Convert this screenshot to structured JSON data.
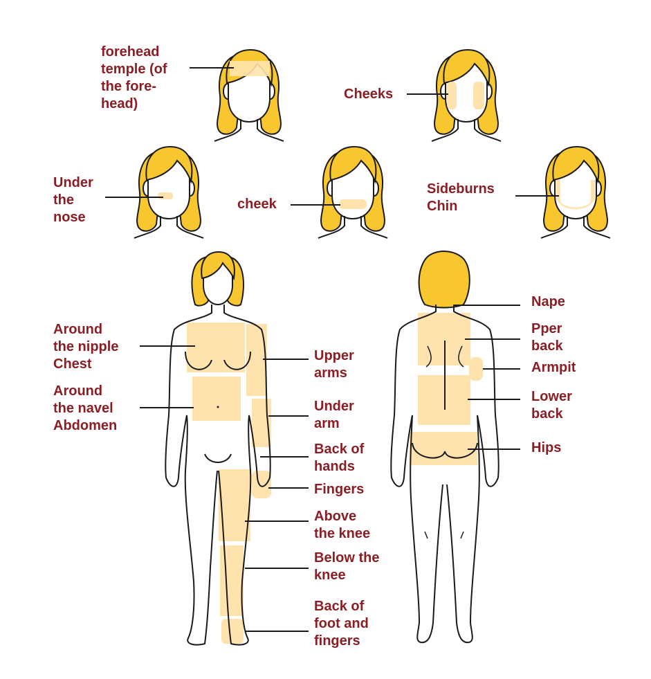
{
  "colors": {
    "label": "#8B1E24",
    "hair": "#F8C72F",
    "highlight": "#FFE3AE",
    "outline": "#1A1A1A",
    "skin": "#FFFFFF"
  },
  "heads": [
    {
      "name": "forehead",
      "label": "forehead\ntemple (of\nthe fore-\nhead)"
    },
    {
      "name": "cheeks",
      "label": "Cheeks"
    },
    {
      "name": "under-nose",
      "label": "Under\nthe\nnose"
    },
    {
      "name": "cheek",
      "label": "cheek"
    },
    {
      "name": "sideburns",
      "label": "Sideburns\nChin"
    }
  ],
  "front_body": [
    {
      "name": "nipple-chest",
      "label": "Around\nthe nipple\nChest"
    },
    {
      "name": "navel-abdomen",
      "label": "Around\nthe navel\nAbdomen"
    },
    {
      "name": "upper-arms",
      "label": "Upper\narms"
    },
    {
      "name": "under-arm",
      "label": "Under\narm"
    },
    {
      "name": "back-of-hands",
      "label": "Back of\nhands"
    },
    {
      "name": "fingers",
      "label": "Fingers"
    },
    {
      "name": "above-knee",
      "label": "Above\nthe knee"
    },
    {
      "name": "below-knee",
      "label": "Below the\nknee"
    },
    {
      "name": "foot-fingers",
      "label": "Back of\nfoot and\nfingers"
    }
  ],
  "back_body": [
    {
      "name": "nape",
      "label": "Nape"
    },
    {
      "name": "upper-back",
      "label": "Pper\nback"
    },
    {
      "name": "armpit",
      "label": "Armpit"
    },
    {
      "name": "lower-back",
      "label": "Lower\nback"
    },
    {
      "name": "hips",
      "label": "Hips"
    }
  ]
}
